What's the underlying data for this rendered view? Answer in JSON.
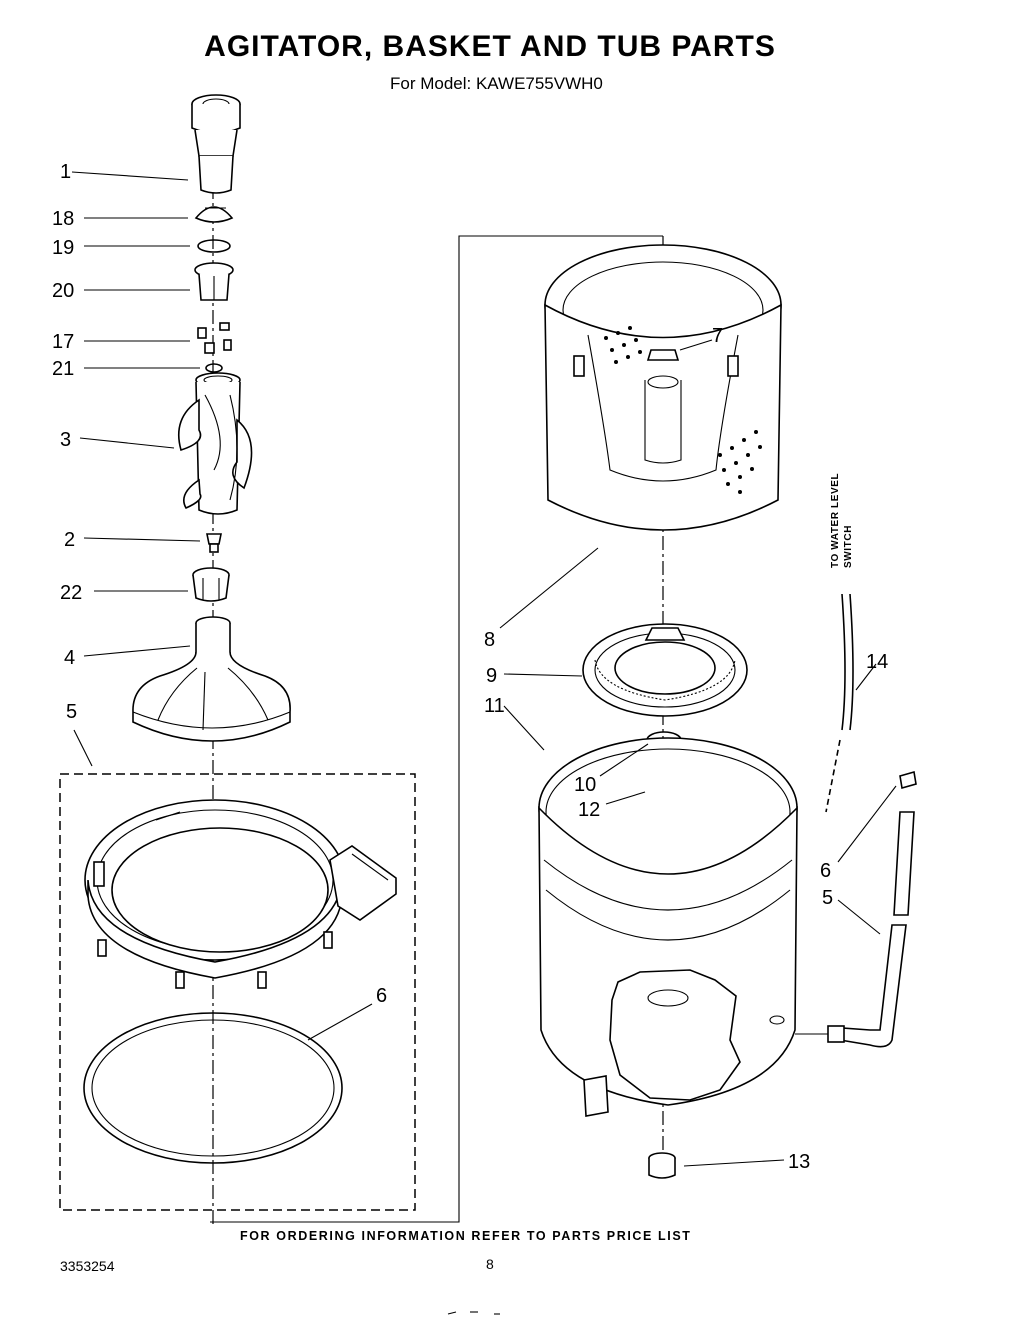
{
  "header": {
    "title": "AGITATOR, BASKET AND TUB PARTS",
    "model": "For Model: KAWE755VWH0"
  },
  "callouts": {
    "c1": "1",
    "c18": "18",
    "c19": "19",
    "c20": "20",
    "c17": "17",
    "c21": "21",
    "c3": "3",
    "c2": "2",
    "c22": "22",
    "c4": "4",
    "c5_left": "5",
    "c6_left": "6",
    "c7": "7",
    "c8": "8",
    "c9": "9",
    "c11": "11",
    "c10": "10",
    "c12": "12",
    "c14": "14",
    "c6_right": "6",
    "c5_right": "5",
    "c13": "13"
  },
  "side_label": {
    "line1": "TO WATER LEVEL",
    "line2": "SWITCH"
  },
  "footer": {
    "ordering_note": "FOR ORDERING INFORMATION REFER TO PARTS PRICE LIST",
    "doc_number": "3353254",
    "page_number": "8"
  }
}
